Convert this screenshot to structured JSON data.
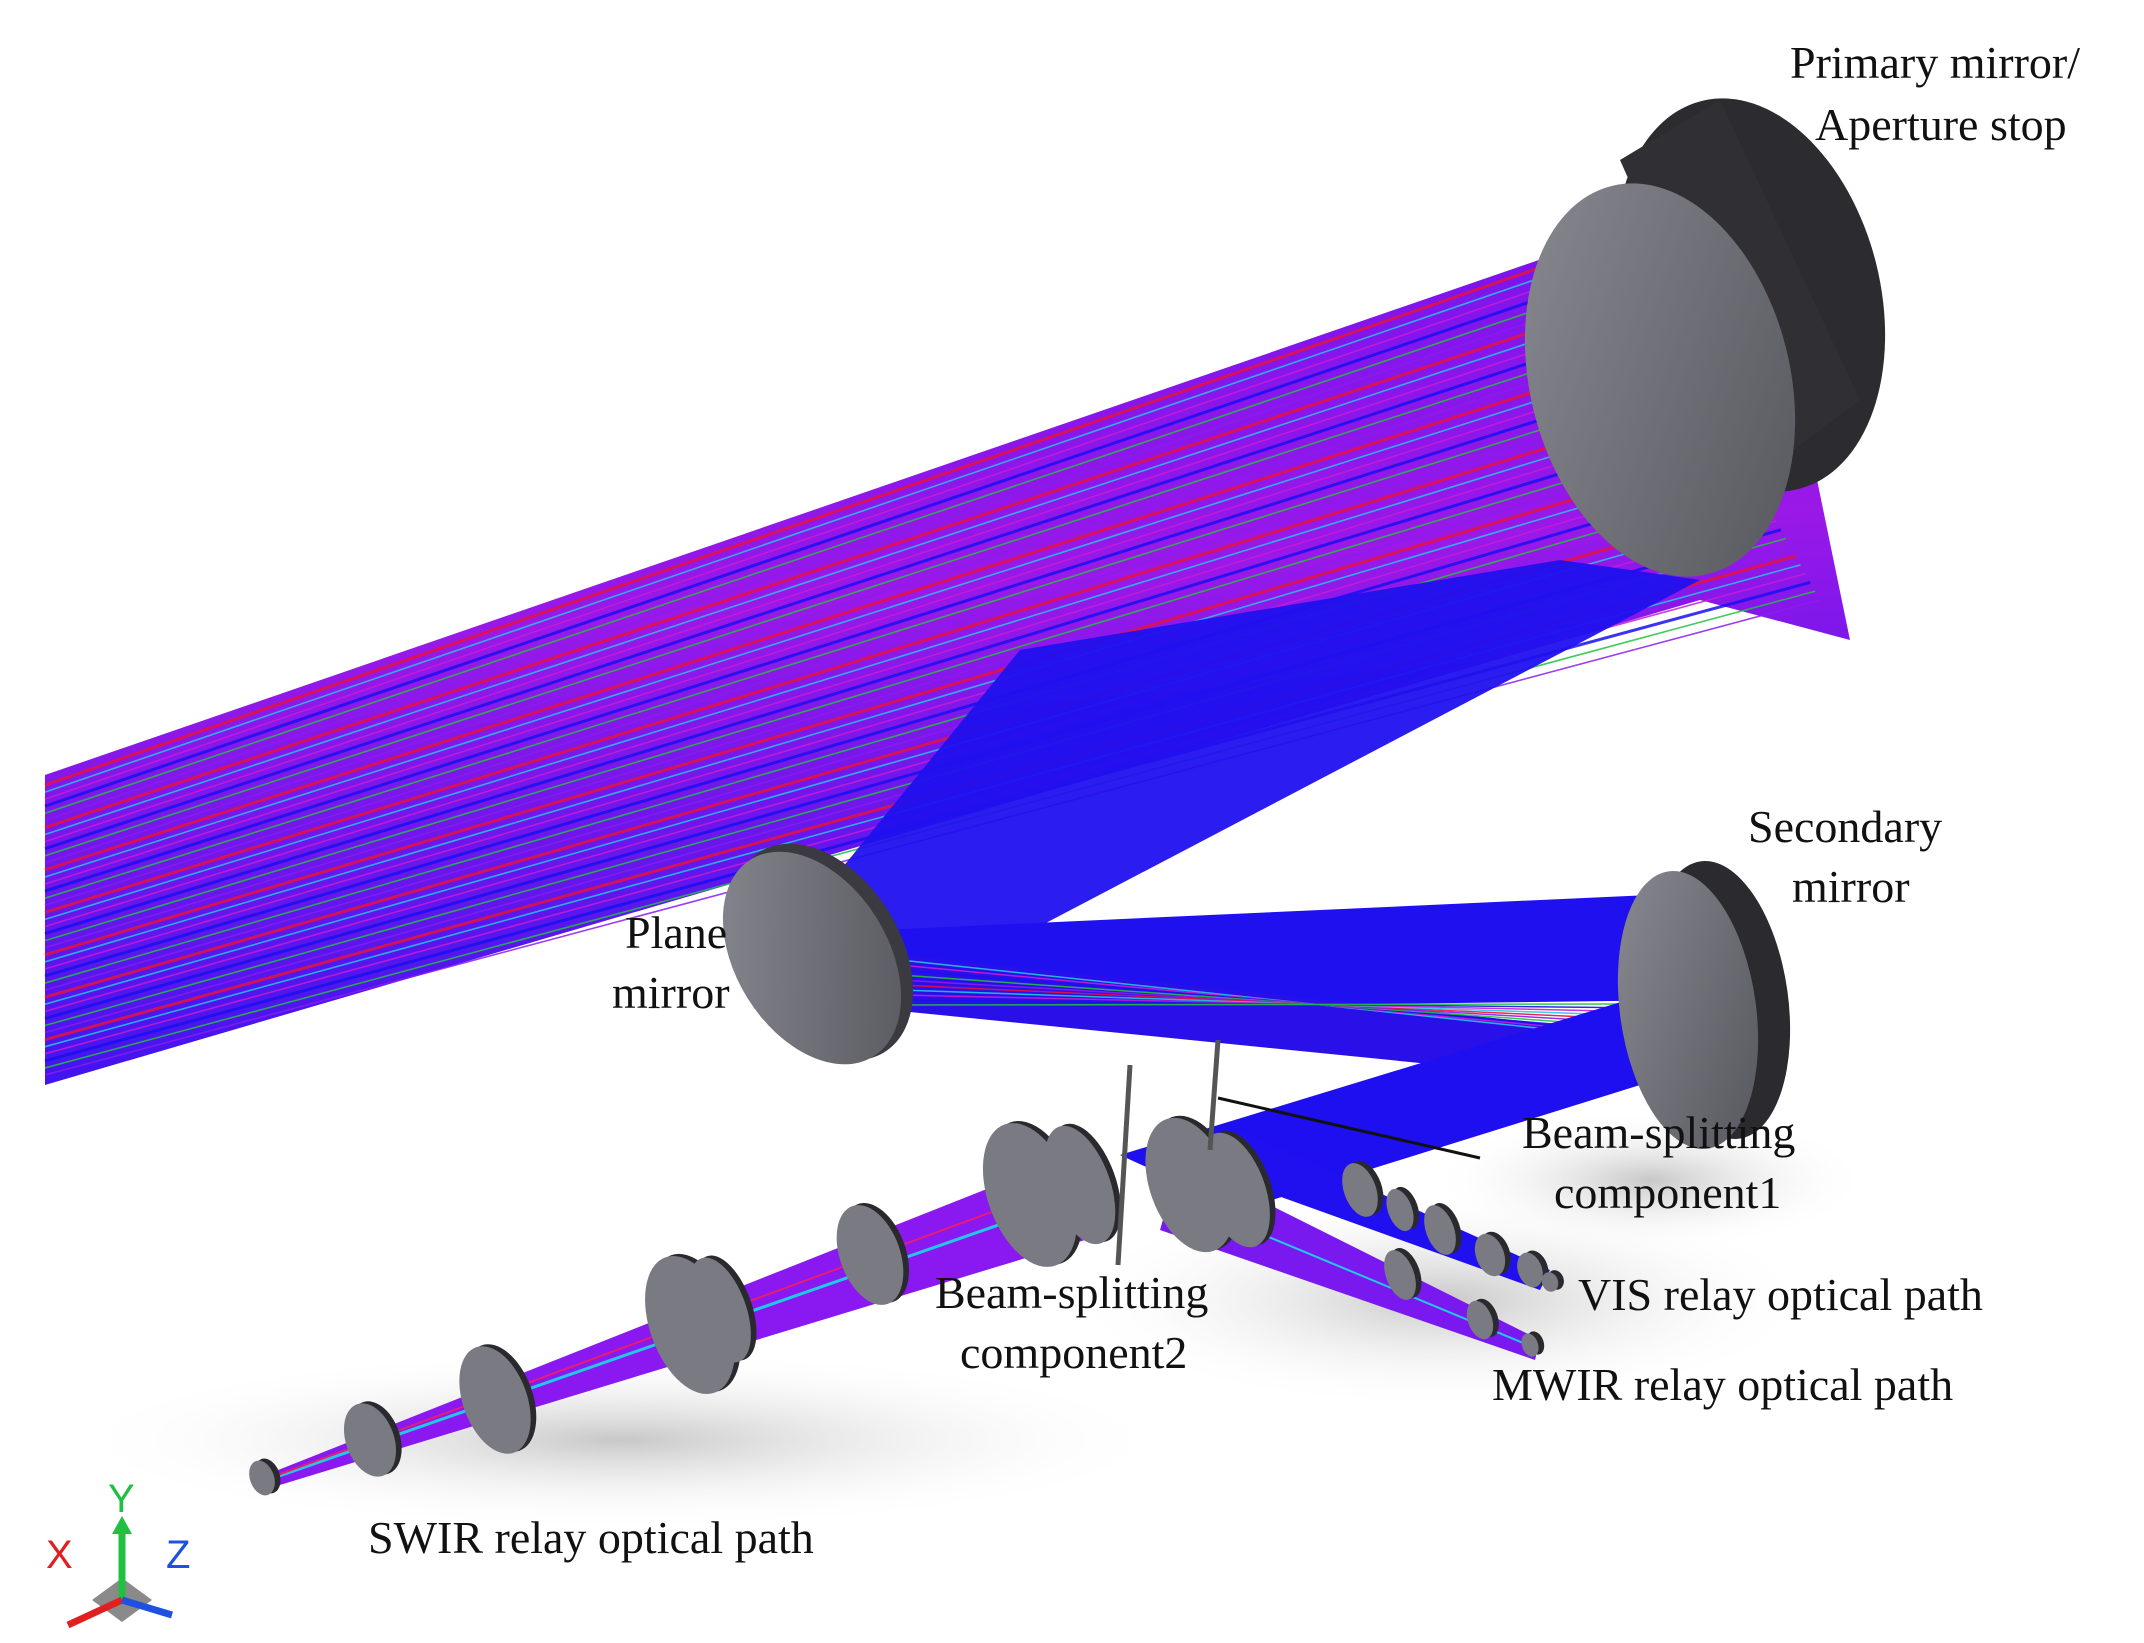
{
  "labels": {
    "primary_line1": "Primary mirror/",
    "primary_line2": "Aperture stop",
    "secondary_line1": "Secondary",
    "secondary_line2": "mirror",
    "plane_line1": "Plane",
    "plane_line2": "mirror",
    "bs1_line1": "Beam-splitting",
    "bs1_line2": "component1",
    "bs2_line1": "Beam-splitting",
    "bs2_line2": "component2",
    "vis_path": "VIS relay optical path",
    "mwir_path": "MWIR relay optical path",
    "swir_path": "SWIR relay optical path"
  },
  "axes": {
    "x": "X",
    "y": "Y",
    "z": "Z"
  },
  "colors": {
    "ray_blue": "#1a10f0",
    "ray_violet": "#8a1cf0",
    "ray_magenta": "#c81cd8",
    "ray_red": "#e8123c",
    "ray_cyan": "#22c8e8",
    "ray_green": "#22c040",
    "mirror_face": "#6f6f76",
    "mirror_edge": "#2c2c30",
    "axis_x": "#e02020",
    "axis_y": "#20c040",
    "axis_z": "#2050e0"
  }
}
